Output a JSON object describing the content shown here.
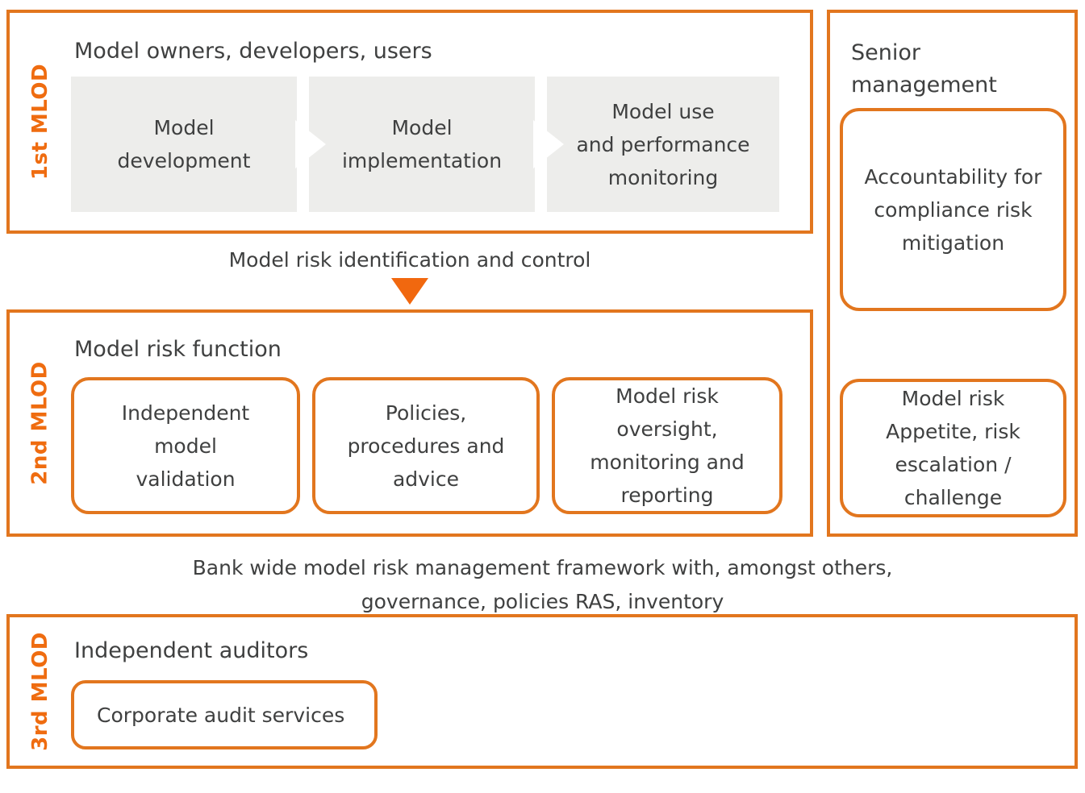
{
  "colors": {
    "accent_border": "#e2761e",
    "accent_bright": "#f1680f",
    "label_orange": "#ef6c10",
    "text": "#3f4040",
    "step_background": "#ededeb"
  },
  "lod1": {
    "label": "1st MLOD",
    "title": "Model owners, developers, users",
    "steps": [
      {
        "text": "Model\ndevelopment"
      },
      {
        "text": "Model\nimplementation"
      },
      {
        "text": "Model use\nand performance\nmonitoring"
      }
    ]
  },
  "flow_note": {
    "text": "Model risk identification and control"
  },
  "lod2": {
    "label": "2nd MLOD",
    "title": "Model risk function",
    "cards": [
      {
        "text": "Independent\nmodel\nvalidation"
      },
      {
        "text": "Policies,\nprocedures and\nadvice"
      },
      {
        "text": "Model risk\noversight,\nmonitoring and\nreporting"
      }
    ]
  },
  "senior": {
    "title": "Senior\nmanagement",
    "cards": [
      {
        "text": "Accountability for\ncompliance risk\nmitigation"
      },
      {
        "text": "Model risk\nAppetite, risk\nescalation /\nchallenge"
      }
    ]
  },
  "framework_note": {
    "text": "Bank wide model risk management framework with, amongst others,\ngovernance, policies RAS, inventory"
  },
  "lod3": {
    "label": "3rd MLOD",
    "title": "Independent auditors",
    "cards": [
      {
        "text": "Corporate audit services"
      }
    ]
  }
}
